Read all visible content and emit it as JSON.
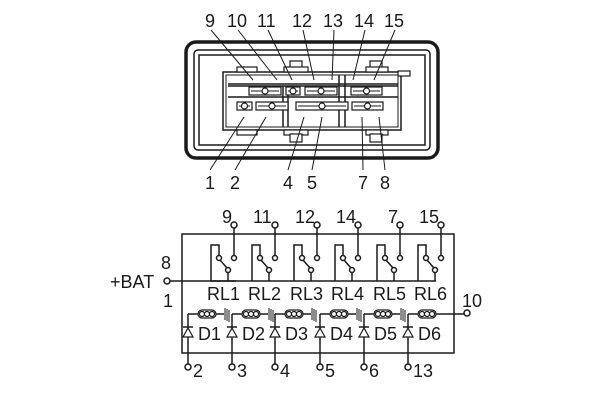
{
  "connector": {
    "top_pins": [
      "9",
      "10",
      "11",
      "12",
      "13",
      "14",
      "15"
    ],
    "bottom_pins": [
      "1",
      "2",
      "4",
      "5",
      "7",
      "8"
    ]
  },
  "schematic": {
    "battery_label": "+BAT",
    "battery_pin_top": "8",
    "battery_pin_bottom": "1",
    "output_pin": "10",
    "relays": [
      {
        "name": "RL1",
        "pin": "9"
      },
      {
        "name": "RL2",
        "pin": "11"
      },
      {
        "name": "RL3",
        "pin": "12"
      },
      {
        "name": "RL4",
        "pin": "14"
      },
      {
        "name": "RL5",
        "pin": "7"
      },
      {
        "name": "RL6",
        "pin": "15"
      }
    ],
    "diodes": [
      {
        "name": "D1",
        "pin": "2"
      },
      {
        "name": "D2",
        "pin": "3"
      },
      {
        "name": "D3",
        "pin": "4"
      },
      {
        "name": "D4",
        "pin": "5"
      },
      {
        "name": "D5",
        "pin": "6"
      },
      {
        "name": "D6",
        "pin": "13"
      }
    ]
  }
}
